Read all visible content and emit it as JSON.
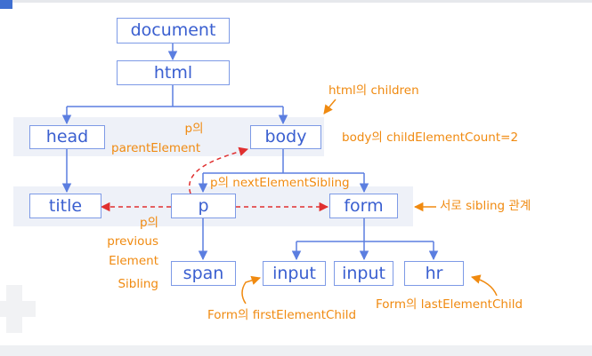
{
  "colors": {
    "node_border": "#7d9ae6",
    "node_text": "#3a5fd0",
    "connector": "#5b7ee0",
    "sibling_arrow": "#e03030",
    "annotation": "#f08a10",
    "band": "#eef1f8"
  },
  "nodes": {
    "document": "document",
    "html": "html",
    "head": "head",
    "body": "body",
    "title": "title",
    "p": "p",
    "form": "form",
    "span": "span",
    "input1": "input",
    "input2": "input",
    "hr": "hr"
  },
  "annotations": {
    "html_children": "html의 children",
    "p_parent_line1": "p의",
    "p_parent_line2": "parentElement",
    "body_count": "body의 childElementCount=2",
    "next_sibling": "p의 nextElementSibling",
    "sibling_relation": "서로 sibling 관계",
    "prev_sibling_lines": [
      "p의",
      "previous",
      "Element",
      "Sibling"
    ],
    "form_first_child": "Form의 firstElementChild",
    "form_last_child": "Form의 lastElementChild"
  }
}
